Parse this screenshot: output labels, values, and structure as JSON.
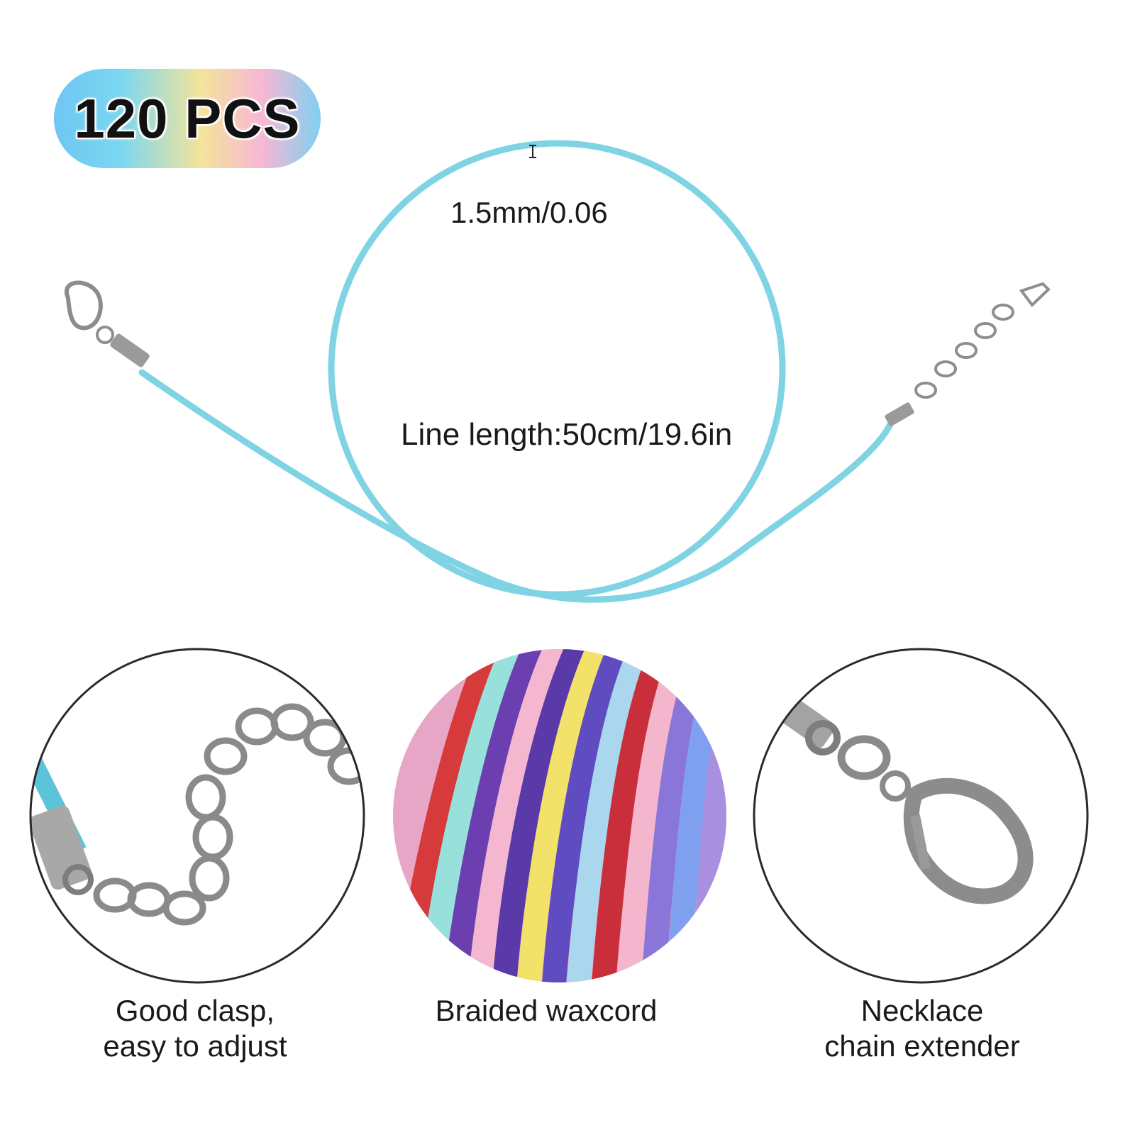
{
  "badge": {
    "text": "120 PCS"
  },
  "product": {
    "thickness_label": "1.5mm/0.06",
    "length_label": "Line length:50cm/19.6in",
    "cord_color": "#7fd3e3"
  },
  "features": [
    {
      "line1": "Good clasp,",
      "line2": "easy to adjust"
    },
    {
      "line1": "Braided waxcord",
      "line2": ""
    },
    {
      "line1": "Necklace",
      "line2": "chain extender"
    }
  ]
}
